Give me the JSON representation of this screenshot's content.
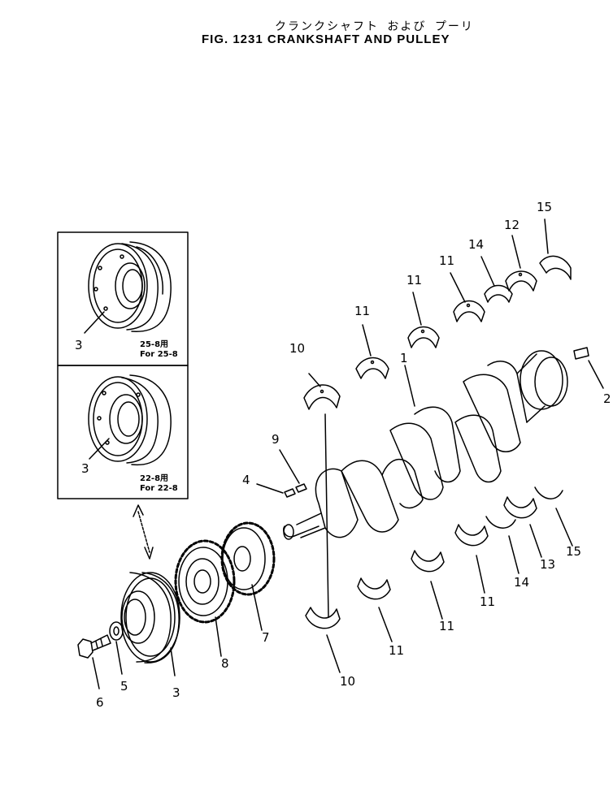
{
  "header": {
    "title_jp": "クランクシャフト および プーリ",
    "title_en": "FIG. 1231  CRANKSHAFT AND PULLEY"
  },
  "variants": [
    {
      "note_jp": "25-8用",
      "note_en": "For 25-8",
      "callout": "3"
    },
    {
      "note_jp": "22-8用",
      "note_en": "For 22-8",
      "callout": "3"
    }
  ],
  "callouts": {
    "crankshaft": "1",
    "pin": "2",
    "pulley": "3",
    "key": "4",
    "washer": "5",
    "bolt": "6",
    "gear_7": "7",
    "gear_8": "8",
    "key_9": "9",
    "bearing_10_upper": "10",
    "bearing_10_lower": "10",
    "bearing_11_upper_a": "11",
    "bearing_11_upper_b": "11",
    "bearing_11_upper_c": "11",
    "bearing_11_lower_a": "11",
    "bearing_11_lower_b": "11",
    "bearing_11_lower_c": "11",
    "bearing_12": "12",
    "thrust_13": "13",
    "thrust_14_upper": "14",
    "thrust_14_lower": "14",
    "thrust_15_upper": "15",
    "thrust_15_lower": "15"
  }
}
